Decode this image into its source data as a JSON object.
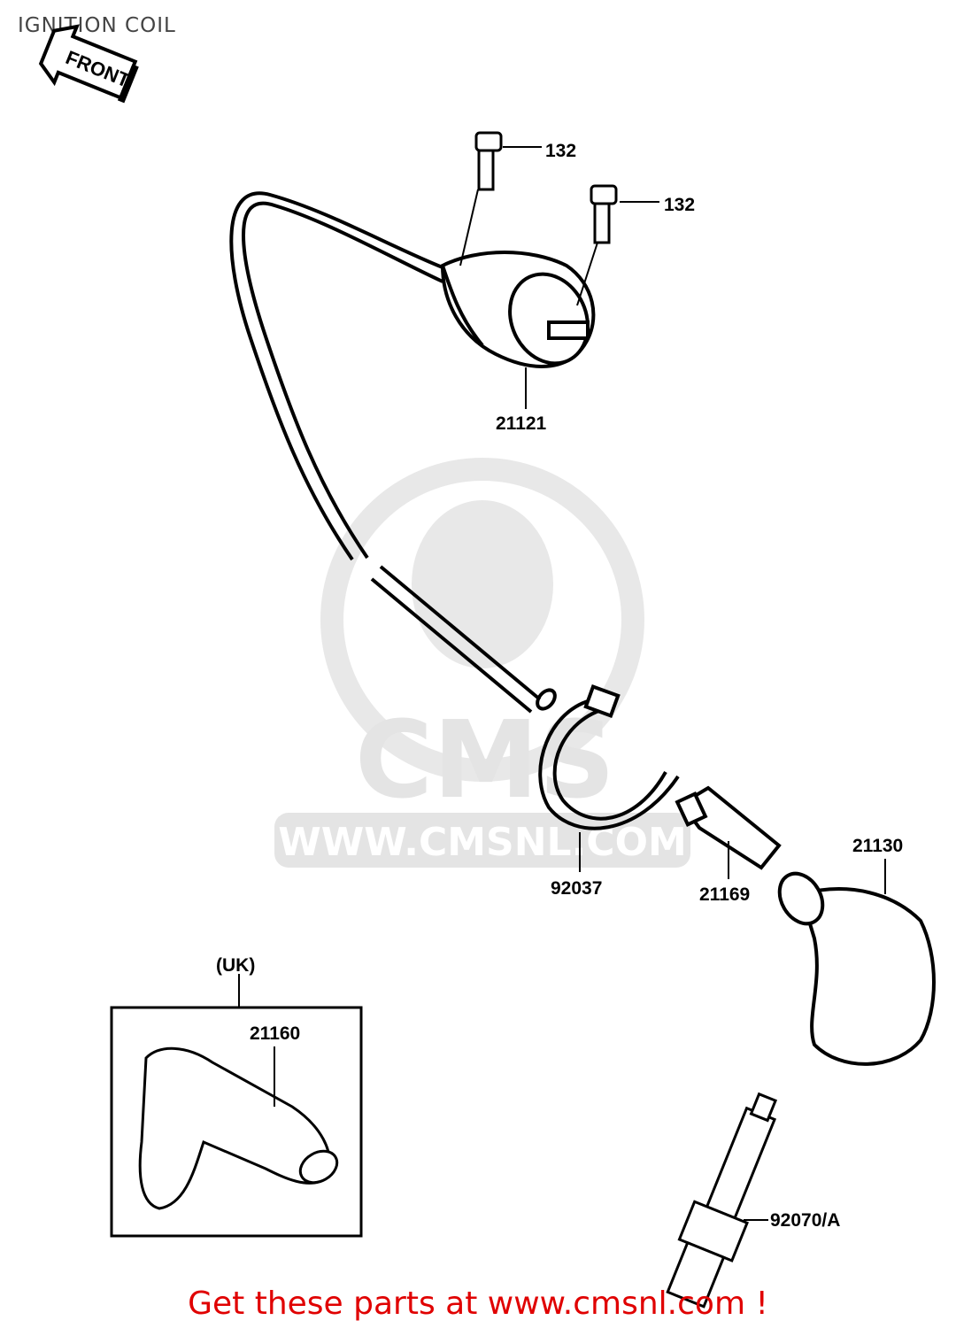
{
  "title": "IGNITION COIL",
  "front_arrow": "FRONT",
  "labels": {
    "bolt_upper": "132",
    "bolt_lower": "132",
    "ignition_coil": "21121",
    "clamp": "92037",
    "terminal": "21169",
    "cap": "21130",
    "uk_tag": "(UK)",
    "uk_cap": "21160",
    "spark_plug": "92070/A"
  },
  "watermark": {
    "logo": "CMS",
    "url": "WWW.CMSNL.COM"
  },
  "footer": "Get these parts at www.cmsnl.com !",
  "colors": {
    "line": "#000000",
    "watermark": "#e6e6e6",
    "footer": "#e00000",
    "title": "#444444"
  }
}
